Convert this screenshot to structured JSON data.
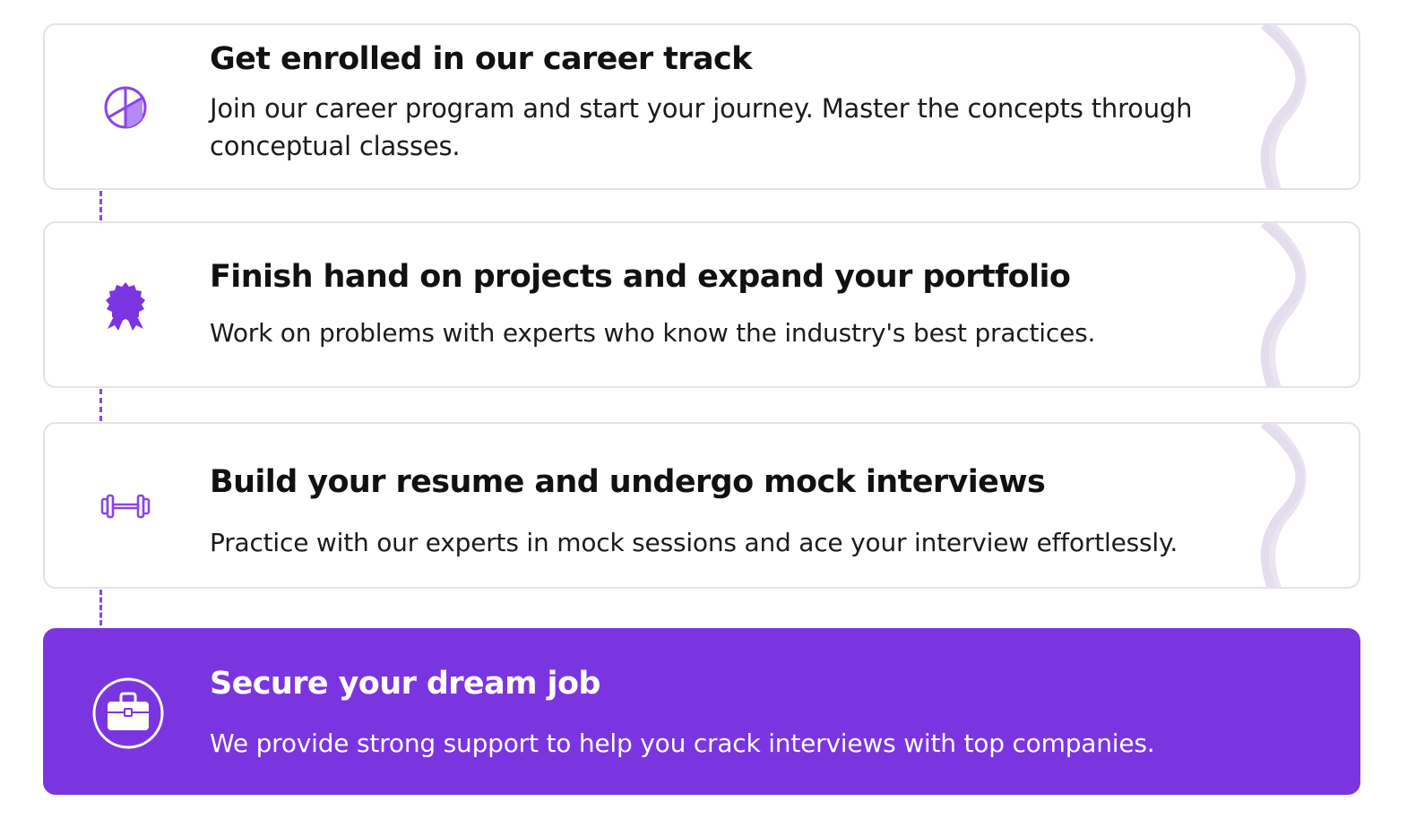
{
  "steps": [
    {
      "title": "Get enrolled in our career track",
      "description": "Join our career program and start your journey. Master the concepts through conceptual classes.",
      "icon": "pie-chart-icon"
    },
    {
      "title": "Finish hand on projects and expand your portfolio",
      "description": "Work on problems with experts who know the industry's best practices.",
      "icon": "award-badge-icon"
    },
    {
      "title": "Build your resume and undergo mock interviews",
      "description": "Practice with our experts in mock sessions and ace your interview effortlessly.",
      "icon": "dumbbell-icon"
    },
    {
      "title": "Secure your dream job",
      "description": "We provide strong support to help you crack interviews with top companies.",
      "icon": "briefcase-icon"
    }
  ],
  "colors": {
    "accent": "#7b35e0",
    "icon": "#8b44e8",
    "card_border": "#e3e3e6",
    "text": "#111111"
  }
}
